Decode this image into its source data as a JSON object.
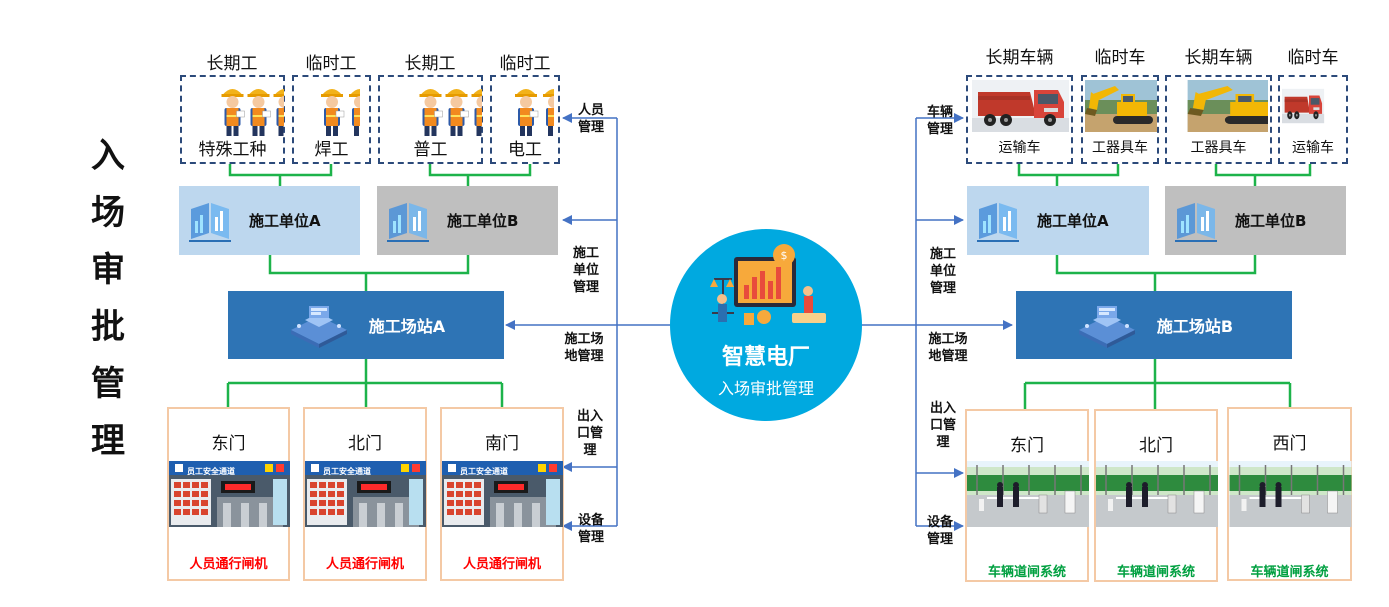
{
  "title_chars": [
    "入",
    "场",
    "审",
    "批",
    "管",
    "理"
  ],
  "center": {
    "title": "智慧电厂",
    "subtitle": "入场审批管理"
  },
  "left": {
    "worker_groups": [
      {
        "top_label": "长期工",
        "caption": "特殊工种"
      },
      {
        "top_label": "临时工",
        "caption": "焊工"
      },
      {
        "top_label": "长期工",
        "caption": "普工"
      },
      {
        "top_label": "临时工",
        "caption": "电工"
      }
    ],
    "units": [
      "施工单位A",
      "施工单位B"
    ],
    "station": "施工场站A",
    "gates": [
      {
        "name": "东门",
        "sign": "员工安全通道",
        "caption": "人员通行闸机"
      },
      {
        "name": "北门",
        "sign": "员工安全通道",
        "caption": "人员通行闸机"
      },
      {
        "name": "南门",
        "sign": "员工安全通道",
        "caption": "人员通行闸机"
      }
    ],
    "mgmt_labels": [
      [
        "人员",
        "管理"
      ],
      [
        "施工",
        "单位",
        "管理"
      ],
      [
        "施工场",
        "地管理"
      ],
      [
        "出入",
        "口管",
        "理"
      ],
      [
        "设备",
        "管理"
      ]
    ]
  },
  "right": {
    "vehicle_groups": [
      {
        "top_label": "长期车辆",
        "caption": "运输车",
        "kind": "truck"
      },
      {
        "top_label": "临时车",
        "caption": "工器具车",
        "kind": "excavator"
      },
      {
        "top_label": "长期车辆",
        "caption": "工器具车",
        "kind": "excavator"
      },
      {
        "top_label": "临时车",
        "caption": "运输车",
        "kind": "truck"
      }
    ],
    "units": [
      "施工单位A",
      "施工单位B"
    ],
    "station": "施工场站B",
    "gates": [
      {
        "name": "东门",
        "caption": "车辆道闸系统"
      },
      {
        "name": "北门",
        "caption": "车辆道闸系统"
      },
      {
        "name": "西门",
        "caption": "车辆道闸系统"
      }
    ],
    "mgmt_labels": [
      [
        "车辆",
        "管理"
      ],
      [
        "施工",
        "单位",
        "管理"
      ],
      [
        "施工场",
        "地管理"
      ],
      [
        "出入",
        "口管",
        "理"
      ],
      [
        "设备",
        "管理"
      ]
    ]
  },
  "colors": {
    "green_line": "#1db34a",
    "blue_arrow": "#4472c4",
    "unit_a_bg": "#bdd7ee",
    "unit_b_bg": "#bfbfbf",
    "station_bg": "#2e74b5",
    "circle_bg": "#00a9e0",
    "red_caption": "#ff0000",
    "green_caption": "#00a040"
  }
}
